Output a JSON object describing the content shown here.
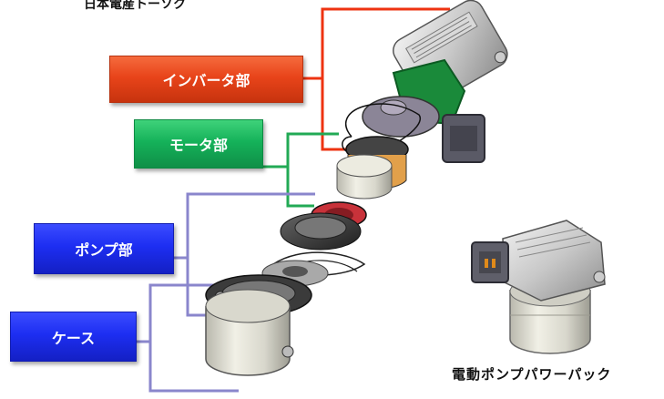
{
  "header": {
    "company_text": "日本電産トーソク"
  },
  "labels": {
    "inverter": "インバータ部",
    "motor": "モータ部",
    "pump": "ポンプ部",
    "case": "ケース"
  },
  "product": {
    "caption": "電動ポンプパワーパック"
  },
  "colors": {
    "inverter": "#e8441a",
    "motor": "#15b25a",
    "pump": "#1d2ef2",
    "case": "#1d2ef2",
    "inverter_line": "#ee3311",
    "motor_line": "#22aa55",
    "pump_line": "#8a86cc",
    "case_line": "#8a86cc"
  }
}
